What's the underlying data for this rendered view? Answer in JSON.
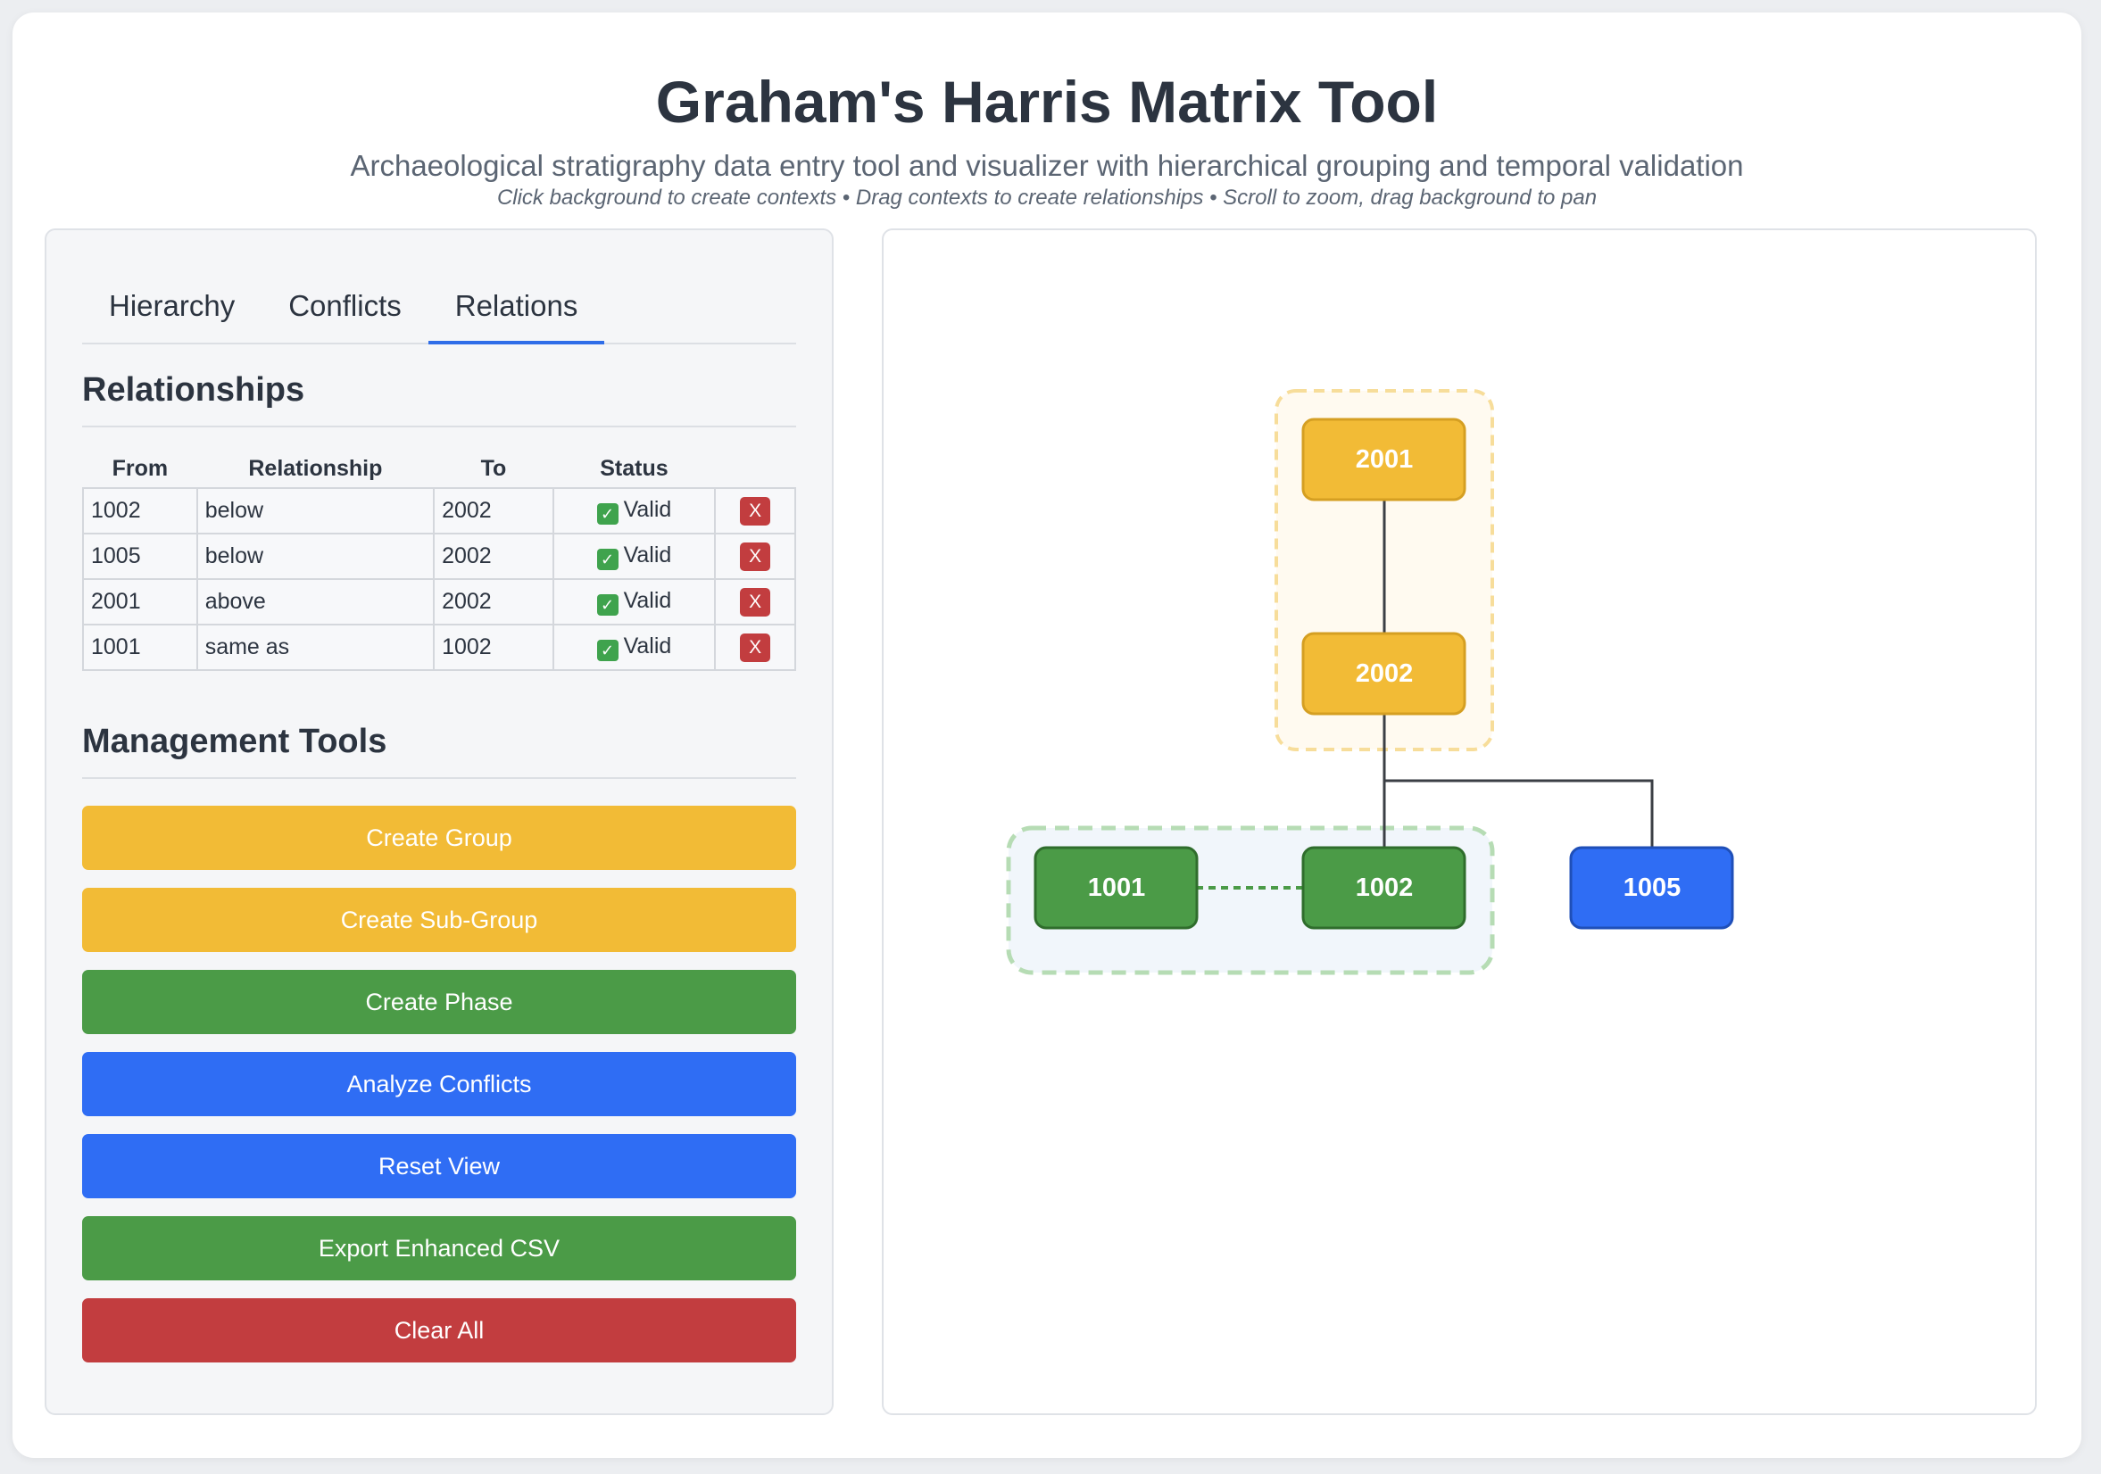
{
  "header": {
    "title": "Graham's Harris Matrix Tool",
    "subtitle": "Archaeological stratigraphy data entry tool and visualizer with hierarchical grouping and temporal validation",
    "hint": "Click background to create contexts • Drag contexts to create relationships • Scroll to zoom, drag background to pan"
  },
  "tabs": [
    {
      "label": "Hierarchy",
      "active": false
    },
    {
      "label": "Conflicts",
      "active": false
    },
    {
      "label": "Relations",
      "active": true
    }
  ],
  "relationships": {
    "title": "Relationships",
    "columns": [
      "From",
      "Relationship",
      "To",
      "Status",
      ""
    ],
    "rows": [
      {
        "from": "1002",
        "relationship": "below",
        "to": "2002",
        "status": "Valid",
        "delete": "X"
      },
      {
        "from": "1005",
        "relationship": "below",
        "to": "2002",
        "status": "Valid",
        "delete": "X"
      },
      {
        "from": "2001",
        "relationship": "above",
        "to": "2002",
        "status": "Valid",
        "delete": "X"
      },
      {
        "from": "1001",
        "relationship": "same as",
        "to": "1002",
        "status": "Valid",
        "delete": "X"
      }
    ]
  },
  "tools": {
    "title": "Management Tools",
    "buttons": {
      "create_group": "Create Group",
      "create_subgroup": "Create Sub-Group",
      "create_phase": "Create Phase",
      "analyze_conflicts": "Analyze Conflicts",
      "reset_view": "Reset View",
      "export_csv": "Export Enhanced CSV",
      "clear_all": "Clear All"
    }
  },
  "colors": {
    "group_yellow": "#f2bb36",
    "phase_green": "#4b9b47",
    "context_blue": "#2f6df4",
    "danger_red": "#c23d3f",
    "tab_accent": "#2f6de8"
  },
  "matrix": {
    "nodes": {
      "n2001": "2001",
      "n2002": "2002",
      "n1001": "1001",
      "n1002": "1002",
      "n1005": "1005"
    }
  }
}
